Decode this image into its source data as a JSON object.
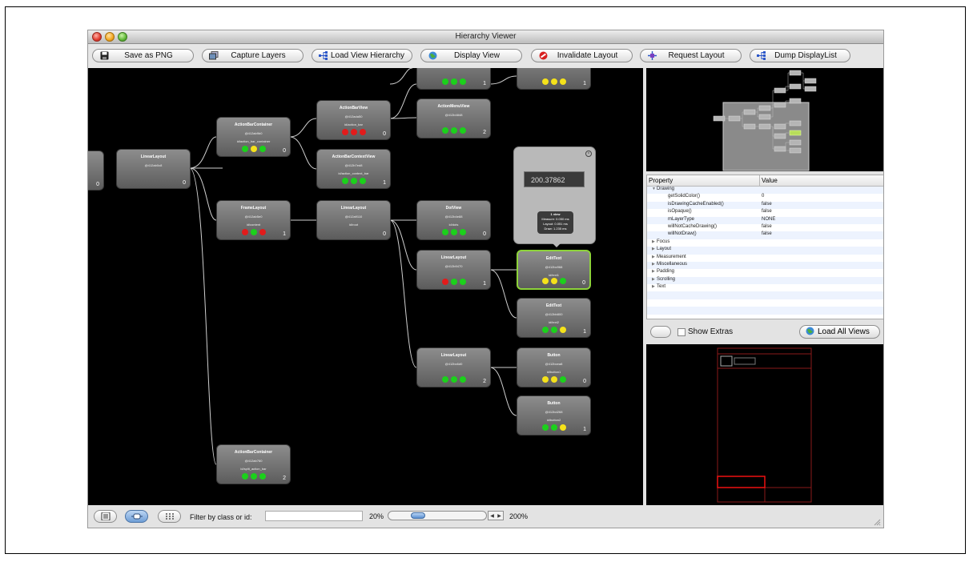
{
  "window": {
    "title": "Hierarchy Viewer"
  },
  "toolbar": {
    "save_png": "Save as PNG",
    "capture_layers": "Capture Layers",
    "load_view_hierarchy": "Load View Hierarchy",
    "display_view": "Display View",
    "invalidate_layout": "Invalidate Layout",
    "request_layout": "Request Layout",
    "dump_displaylist": "Dump DisplayList"
  },
  "tree": {
    "nodes": [
      {
        "name": "",
        "hash": "",
        "id": "",
        "count": "0",
        "dots": []
      },
      {
        "name": "LinearLayout",
        "hash": "@412ab0c8",
        "id": "",
        "count": "0",
        "dots": []
      },
      {
        "name": "ActionBarContainer",
        "hash": "@412ab9b0",
        "id": "id/action_bar_container",
        "count": "0",
        "dots": [
          "#1bd11b",
          "#f5e21a",
          "#1bd11b"
        ]
      },
      {
        "name": "FrameLayout",
        "hash": "@412ab5e0",
        "id": "id/content",
        "count": "1",
        "dots": [
          "#e21b1b",
          "#1bd11b",
          "#e21b1b"
        ]
      },
      {
        "name": "ActionBarContainer",
        "hash": "@412ab760",
        "id": "id/split_action_bar",
        "count": "2",
        "dots": [
          "#1bd11b",
          "#1bd11b",
          "#1bd11b"
        ]
      },
      {
        "name": "ActionBarView",
        "hash": "@412ada50",
        "id": "id/action_bar",
        "count": "0",
        "dots": [
          "#e21b1b",
          "#e21b1b",
          "#e21b1b"
        ]
      },
      {
        "name": "ActionBarContextView",
        "hash": "@412b7ed8",
        "id": "id/action_context_bar",
        "count": "1",
        "dots": [
          "#1bd11b",
          "#1bd11b",
          "#1bd11b"
        ]
      },
      {
        "name": "LinearLayout",
        "hash": "@412a9110",
        "id": "id/root",
        "count": "0",
        "dots": []
      },
      {
        "name": "",
        "hash": "",
        "id": "",
        "count": "1",
        "dots": [
          "#1bd11b",
          "#1bd11b",
          "#1bd11b"
        ]
      },
      {
        "name": "ActionMenuView",
        "hash": "@412b4848",
        "id": "",
        "count": "2",
        "dots": [
          "#1bd11b",
          "#1bd11b",
          "#1bd11b"
        ]
      },
      {
        "name": "DotView",
        "hash": "@412b4e88",
        "id": "id/dots",
        "count": "0",
        "dots": [
          "#1bd11b",
          "#1bd11b",
          "#1bd11b"
        ]
      },
      {
        "name": "LinearLayout",
        "hash": "@412b9470",
        "id": "",
        "count": "1",
        "dots": [
          "#e21b1b",
          "#1bd11b",
          "#1bd11b"
        ]
      },
      {
        "name": "LinearLayout",
        "hash": "@412bc6d0",
        "id": "",
        "count": "2",
        "dots": [
          "#1bd11b",
          "#1bd11b",
          "#1bd11b"
        ]
      },
      {
        "name": "",
        "hash": "",
        "id": "id/home",
        "count": "1",
        "dots": [
          "#f5e21a",
          "#f5e21a",
          "#f5e21a"
        ]
      },
      {
        "name": "EditText",
        "hash": "@412bc968",
        "id": "id/text1",
        "count": "0",
        "dots": [
          "#f5e21a",
          "#f5e21a",
          "#1bd11b"
        ]
      },
      {
        "name": "EditText",
        "hash": "@412bb800",
        "id": "id/text2",
        "count": "1",
        "dots": [
          "#1bd11b",
          "#1bd11b",
          "#f5e21a"
        ]
      },
      {
        "name": "Button",
        "hash": "@412bcea8",
        "id": "id/button1",
        "count": "0",
        "dots": [
          "#f5e21a",
          "#f5e21a",
          "#1bd11b"
        ]
      },
      {
        "name": "Button",
        "hash": "@412bd268",
        "id": "id/button2",
        "count": "1",
        "dots": [
          "#1bd11b",
          "#1bd11b",
          "#f5e21a"
        ]
      }
    ]
  },
  "popup": {
    "value": "200.37862",
    "views": "1 view",
    "measure": "Measure: 0.050 ms",
    "layout": "Layout: 0.051 ms",
    "draw": "Draw: 1.235 ms"
  },
  "properties": {
    "col_property": "Property",
    "col_value": "Value",
    "rows": [
      {
        "key": "Drawing",
        "value": "",
        "group": true,
        "open": true
      },
      {
        "key": "getSolidColor()",
        "value": "0",
        "group": false
      },
      {
        "key": "isDrawingCacheEnabled()",
        "value": "false",
        "group": false
      },
      {
        "key": "isOpaque()",
        "value": "false",
        "group": false
      },
      {
        "key": "mLayerType",
        "value": "NONE",
        "group": false
      },
      {
        "key": "willNotCacheDrawing()",
        "value": "false",
        "group": false
      },
      {
        "key": "willNotDraw()",
        "value": "false",
        "group": false
      },
      {
        "key": "Focus",
        "value": "",
        "group": true,
        "open": false
      },
      {
        "key": "Layout",
        "value": "",
        "group": true,
        "open": false
      },
      {
        "key": "Measurement",
        "value": "",
        "group": true,
        "open": false
      },
      {
        "key": "Miscellaneous",
        "value": "",
        "group": true,
        "open": false
      },
      {
        "key": "Padding",
        "value": "",
        "group": true,
        "open": false
      },
      {
        "key": "Scrolling",
        "value": "",
        "group": true,
        "open": false
      },
      {
        "key": "Text",
        "value": "",
        "group": true,
        "open": false
      }
    ]
  },
  "extras": {
    "show_extras": "Show Extras",
    "load_all_views": "Load All Views"
  },
  "bottom": {
    "filter_label": "Filter by class or id:",
    "filter_value": "",
    "zoom_min": "20%",
    "zoom_max": "200%"
  }
}
